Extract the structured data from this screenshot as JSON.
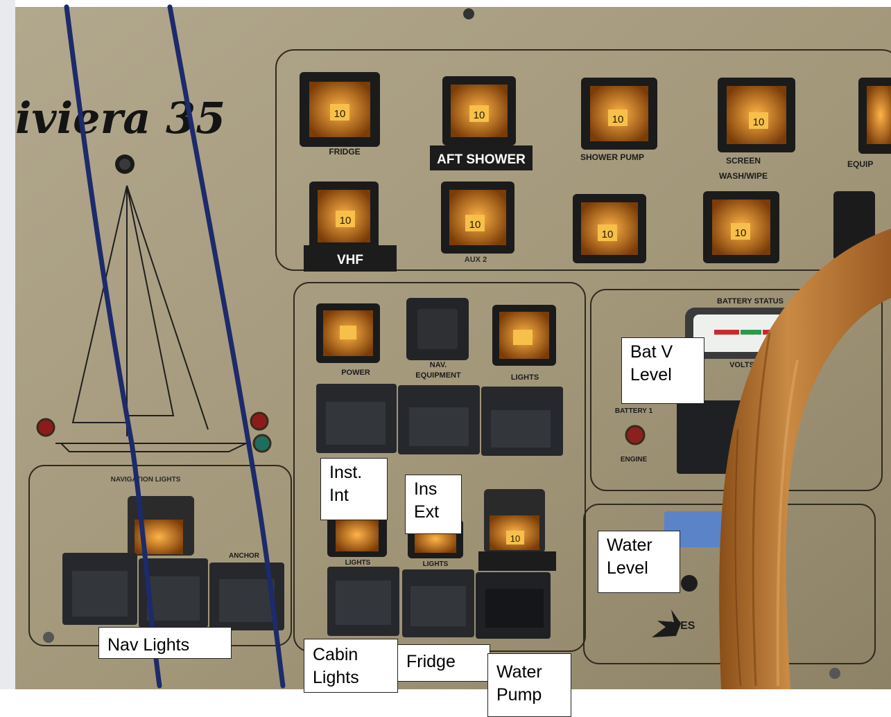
{
  "panel": {
    "brand": "iviera 35",
    "aft_shower": "AFT SHOWER",
    "vhf": "VHF",
    "breaker_value": "10",
    "small_labels": {
      "fridge": "FRIDGE",
      "shower_pump": "SHOWER PUMP",
      "screen": "SCREEN",
      "wash_wipe": "WASH/WIPE",
      "equip": "EQUIP",
      "aux2": "AUX 2",
      "power": "POWER",
      "nav": "NAV.",
      "equipment": "EQUIPMENT",
      "lights": "LIGHTS",
      "battery_status": "BATTERY STATUS",
      "volts": "VOLTS",
      "battery1": "BATTERY 1",
      "engine": "ENGINE",
      "navigation_lights": "NAVIGATION LIGHTS",
      "anchor": "ANCHOR",
      "wes": "WES"
    }
  },
  "callouts": {
    "bat_v_level": "Bat  V\nLevel",
    "inst_int": "Inst.\nInt",
    "ins_ext": "Ins\nExt",
    "water_level": "Water\nLevel",
    "nav_lights": "Nav Lights",
    "cabin_lights": "Cabin\nLights",
    "fridge": "Fridge",
    "water_pump": "Water\nPump"
  },
  "colors": {
    "panel_metal": "#a3977a",
    "amber": "#e0891e",
    "rope": "#1d2a6b",
    "wood": "#b06c2a",
    "switch_dark": "#26282c"
  }
}
